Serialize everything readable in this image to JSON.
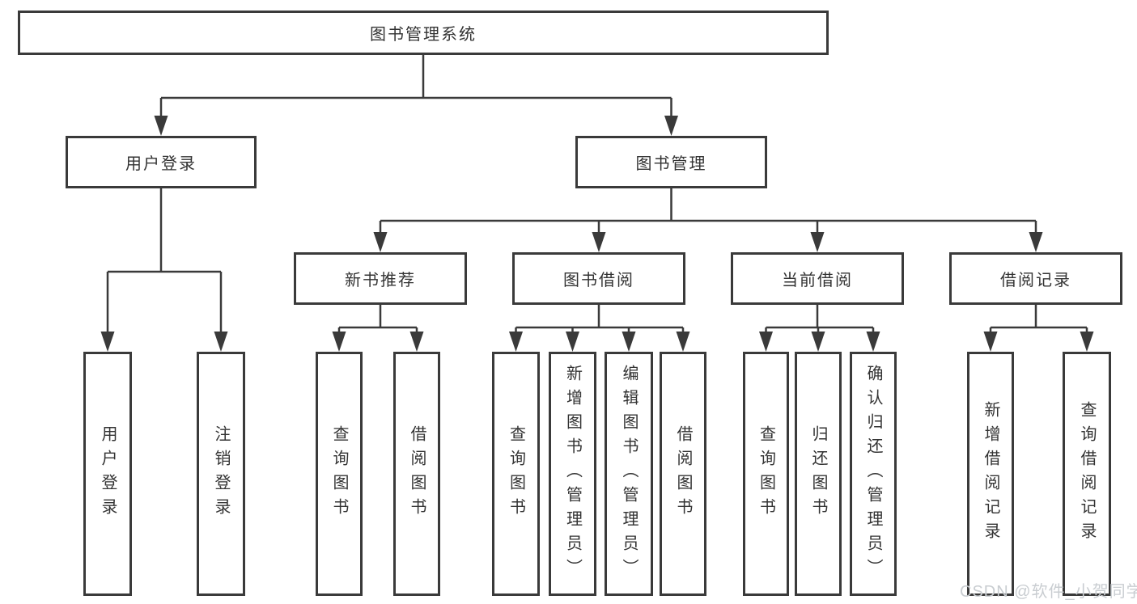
{
  "diagram": {
    "root": {
      "label": "图书管理系统"
    },
    "level2": [
      {
        "label": "用户登录"
      },
      {
        "label": "图书管理"
      }
    ],
    "level3": [
      {
        "label": "新书推荐"
      },
      {
        "label": "图书借阅"
      },
      {
        "label": "当前借阅"
      },
      {
        "label": "借阅记录"
      }
    ],
    "leaves": {
      "user_login": [
        {
          "label": "用户登录"
        },
        {
          "label": "注销登录"
        }
      ],
      "new_books": [
        {
          "label": "查询图书"
        },
        {
          "label": "借阅图书"
        }
      ],
      "book_borrow": [
        {
          "label": "查询图书"
        },
        {
          "label": "新增图书（管理员）"
        },
        {
          "label": "编辑图书（管理员）"
        },
        {
          "label": "借阅图书"
        }
      ],
      "current_borrow": [
        {
          "label": "查询图书"
        },
        {
          "label": "归还图书"
        },
        {
          "label": "确认归还（管理员）"
        }
      ],
      "borrow_records": [
        {
          "label": "新增借阅记录"
        },
        {
          "label": "查询借阅记录"
        }
      ]
    },
    "watermark": "CSDN @软件_小贺同学",
    "colors": {
      "line": "#3a3a3a",
      "text": "#333333",
      "watermark": "#c9cdd1",
      "background": "#ffffff"
    }
  }
}
